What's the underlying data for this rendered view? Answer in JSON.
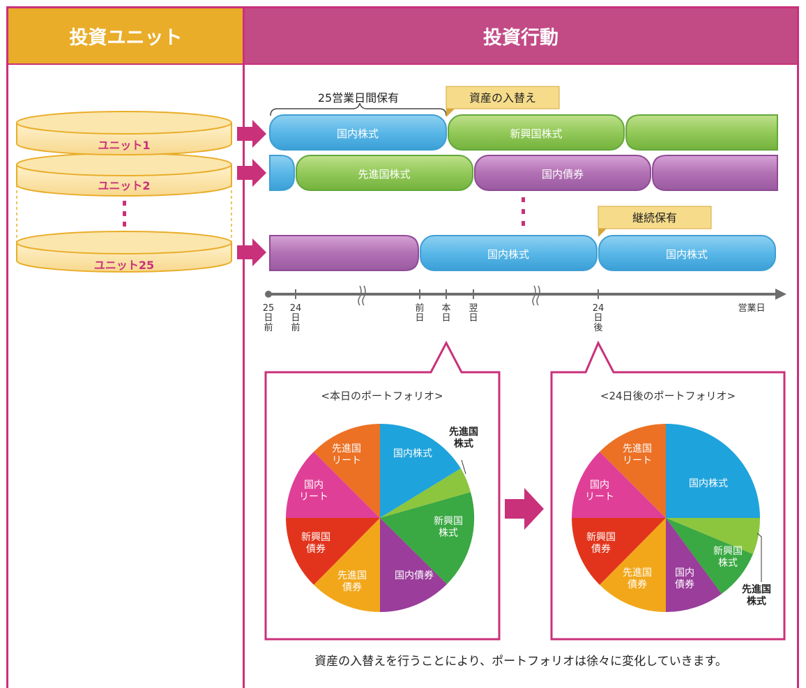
{
  "header": {
    "left_title": "投資ユニット",
    "right_title": "投資行動"
  },
  "units": [
    {
      "label": "ユニット1"
    },
    {
      "label": "ユニット2"
    },
    {
      "label": "ユニット25"
    }
  ],
  "timeline_labels": {
    "hold_period": "25営業日間保有",
    "swap_tag": "資産の入替え",
    "continue_tag": "継続保有"
  },
  "bars": {
    "row1": [
      "国内株式",
      "新興国株式"
    ],
    "row2": [
      "先進国株式",
      "国内債券"
    ],
    "row3": [
      "国内株式",
      "国内株式"
    ]
  },
  "axis": {
    "label": "営業日",
    "ticks": [
      "25\n日\n前",
      "24\n日\n前",
      "前\n日",
      "本\n日",
      "翌\n日",
      "24\n日\n後"
    ]
  },
  "pie_today": {
    "title": "<本日のポートフォリオ>",
    "slices": [
      {
        "label": "国内株式",
        "color": "#1fa3dc"
      },
      {
        "label": "先進国\n株式",
        "color": "#8cc63f"
      },
      {
        "label": "新興国\n株式",
        "color": "#3aa843"
      },
      {
        "label": "国内債券",
        "color": "#9a3d9b"
      },
      {
        "label": "先進国\n債券",
        "color": "#f2a71b"
      },
      {
        "label": "新興国\n債券",
        "color": "#e2341c"
      },
      {
        "label": "国内\nリート",
        "color": "#e03f97"
      },
      {
        "label": "先進国\nリート",
        "color": "#ec7125"
      }
    ]
  },
  "pie_after": {
    "title": "<24日後のポートフォリオ>",
    "slices": [
      {
        "label": "国内株式",
        "color": "#1fa3dc"
      },
      {
        "label": "先進国\n株式",
        "color": "#8cc63f"
      },
      {
        "label": "新興国\n株式",
        "color": "#3aa843"
      },
      {
        "label": "国内\n債券",
        "color": "#9a3d9b"
      },
      {
        "label": "先進国\n債券",
        "color": "#f2a71b"
      },
      {
        "label": "新興国\n債券",
        "color": "#e2341c"
      },
      {
        "label": "国内\nリート",
        "color": "#e03f97"
      },
      {
        "label": "先進国\nリート",
        "color": "#ec7125"
      }
    ]
  },
  "caption": "資産の入替えを行うことにより、ポートフォリオは徐々に変化していきます。",
  "colors": {
    "magenta": "#c9317a",
    "gold": "#e9ad2a",
    "blue": "#4aaee0",
    "green": "#7dbb43",
    "purple": "#9f58a4",
    "tag_bg": "#f6dc8a"
  }
}
